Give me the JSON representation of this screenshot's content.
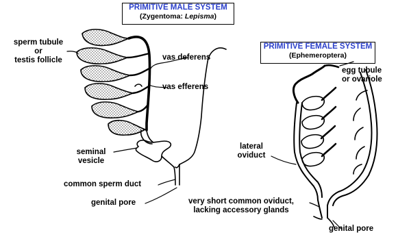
{
  "male": {
    "title": "PRIMITIVE MALE SYSTEM",
    "subtitle_prefix": "(Zygentoma: ",
    "subtitle_italic": "Lepisma",
    "subtitle_suffix": ")",
    "labels": {
      "sperm_tubule_1": "sperm tubule",
      "sperm_tubule_2": "or",
      "sperm_tubule_3": "testis follicle",
      "vas_deferens": "vas deferens",
      "vas_efferens": "vas efferens",
      "seminal_1": "seminal",
      "seminal_2": "vesicle",
      "common_sperm_duct": "common sperm duct",
      "genital_pore": "genital pore"
    }
  },
  "female": {
    "title": "PRIMITIVE FEMALE SYSTEM",
    "subtitle": "(Ephemeroptera)",
    "labels": {
      "egg_tubule_1": "egg tubule",
      "egg_tubule_2": "or ovariole",
      "lateral_1": "lateral",
      "lateral_2": "oviduct",
      "common_oviduct_1": "very short common oviduct,",
      "common_oviduct_2": "lacking accessory glands",
      "genital_pore": "genital pore"
    }
  }
}
